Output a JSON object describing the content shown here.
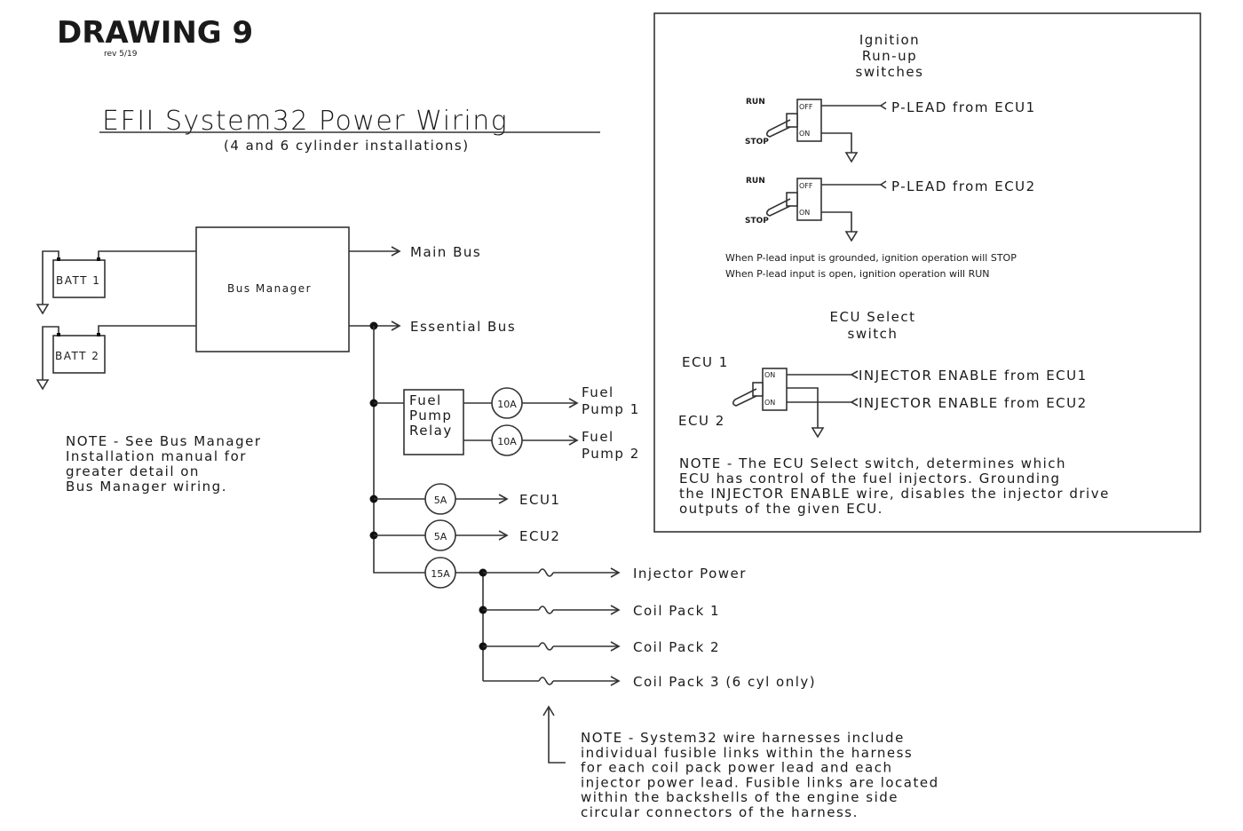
{
  "header": {
    "drawing_title": "DRAWING 9",
    "revision": "rev 5/19",
    "diagram_title": "EFII System32 Power Wiring",
    "subtitle": "(4 and 6 cylinder installations)"
  },
  "power": {
    "batteries": [
      "BATT 1",
      "BATT 2"
    ],
    "bus_manager": "Bus Manager",
    "outputs": {
      "main_bus": "Main Bus",
      "essential_bus": "Essential Bus"
    }
  },
  "fuel": {
    "relay_lines": [
      "Fuel",
      "Pump",
      "Relay"
    ],
    "fuses": [
      "10A",
      "10A"
    ],
    "pumps": [
      {
        "line1": "Fuel",
        "line2": "Pump 1"
      },
      {
        "line1": "Fuel",
        "line2": "Pump 2"
      }
    ]
  },
  "ecu_feeds": [
    {
      "fuse": "5A",
      "label": "ECU1"
    },
    {
      "fuse": "5A",
      "label": "ECU2"
    }
  ],
  "harness": {
    "main_fuse": "15A",
    "branches": [
      "Injector Power",
      "Coil Pack 1",
      "Coil Pack 2",
      "Coil Pack 3 (6 cyl only)"
    ]
  },
  "notes": {
    "bus_manager": [
      "NOTE - See Bus Manager",
      "Installation manual for",
      "greater detail on",
      "Bus Manager wiring."
    ],
    "harness": [
      "NOTE - System32 wire harnesses include",
      "individual fusible links within the harness",
      "for each coil pack power lead and each",
      "injector power lead. Fusible links are located",
      "within the backshells of the engine side",
      "circular connectors of the harness."
    ]
  },
  "inset": {
    "ignition_title": [
      "Ignition",
      "Run-up",
      "switches"
    ],
    "ignition_switches": [
      {
        "run": "RUN",
        "stop": "STOP",
        "off": "OFF",
        "on": "ON",
        "lead": "P-LEAD from ECU1"
      },
      {
        "run": "RUN",
        "stop": "STOP",
        "off": "OFF",
        "on": "ON",
        "lead": "P-LEAD from ECU2"
      }
    ],
    "ignition_notes": [
      "When P-lead input is grounded, ignition operation will STOP",
      "When P-lead input is open, ignition operation will RUN"
    ],
    "ecu_select_title": [
      "ECU Select",
      "switch"
    ],
    "ecu_select": {
      "ecu1": "ECU 1",
      "ecu2": "ECU 2",
      "on_top": "ON",
      "on_bottom": "ON",
      "enable1": "INJECTOR ENABLE from ECU1",
      "enable2": "INJECTOR ENABLE from ECU2"
    },
    "ecu_note": [
      "NOTE - The ECU Select switch, determines which",
      "ECU has control of the fuel injectors. Grounding",
      "the INJECTOR ENABLE wire, disables the injector drive",
      "outputs of the given ECU."
    ]
  }
}
